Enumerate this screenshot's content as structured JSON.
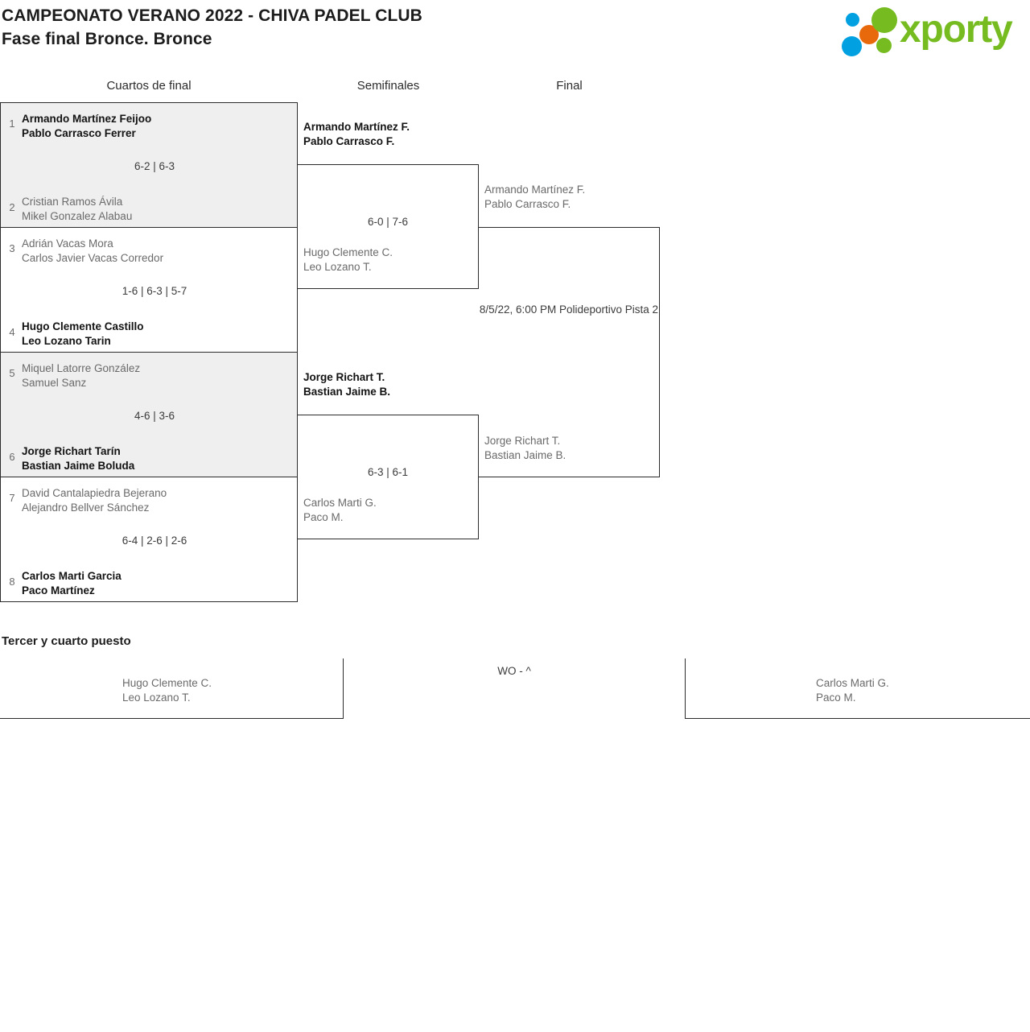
{
  "header": {
    "title_line1": "CAMPEONATO VERANO 2022 - CHIVA PADEL CLUB",
    "title_line2": "Fase final Bronce. Bronce",
    "logo_text": "xporty",
    "logo_colors": {
      "green": "#76bc21",
      "blue": "#00a0e1",
      "orange": "#e8690b"
    }
  },
  "rounds": {
    "quarterfinals_label": "Cuartos de final",
    "semifinals_label": "Semifinales",
    "final_label": "Final"
  },
  "quarterfinals": [
    {
      "shaded": true,
      "top": {
        "seed": "1",
        "p1": "Armando Martínez Feijoo",
        "p2": "Pablo Carrasco Ferrer",
        "winner": true
      },
      "bottom": {
        "seed": "2",
        "p1": "Cristian Ramos Ávila",
        "p2": "Mikel Gonzalez Alabau",
        "winner": false
      },
      "score": "6-2 | 6-3"
    },
    {
      "shaded": false,
      "top": {
        "seed": "3",
        "p1": "Adrián Vacas Mora",
        "p2": "Carlos Javier Vacas Corredor",
        "winner": false
      },
      "bottom": {
        "seed": "4",
        "p1": "Hugo Clemente Castillo",
        "p2": "Leo Lozano Tarin",
        "winner": true
      },
      "score": "1-6 | 6-3 | 5-7"
    },
    {
      "shaded": true,
      "top": {
        "seed": "5",
        "p1": "Miquel Latorre González",
        "p2": "Samuel Sanz",
        "winner": false
      },
      "bottom": {
        "seed": "6",
        "p1": "Jorge Richart Tarín",
        "p2": "Bastian Jaime Boluda",
        "winner": true
      },
      "score": "4-6 | 3-6"
    },
    {
      "shaded": false,
      "top": {
        "seed": "7",
        "p1": "David Cantalapiedra Bejerano",
        "p2": "Alejandro Bellver Sánchez",
        "winner": false
      },
      "bottom": {
        "seed": "8",
        "p1": "Carlos Marti Garcia",
        "p2": "Paco Martínez",
        "winner": true
      },
      "score": "6-4 | 2-6 | 2-6"
    }
  ],
  "semifinals": [
    {
      "top": {
        "p1": "Armando Martínez F.",
        "p2": "Pablo Carrasco F.",
        "winner": true
      },
      "bottom": {
        "p1": "Hugo Clemente C.",
        "p2": "Leo Lozano T.",
        "winner": false
      },
      "score": "6-0 | 7-6"
    },
    {
      "top": {
        "p1": "Jorge Richart T.",
        "p2": "Bastian Jaime B.",
        "winner": true
      },
      "bottom": {
        "p1": "Carlos Marti G.",
        "p2": "Paco M.",
        "winner": false
      },
      "score": "6-3 | 6-1"
    }
  ],
  "final": {
    "top": {
      "p1": "Armando Martínez F.",
      "p2": "Pablo Carrasco F.",
      "winner": false
    },
    "bottom": {
      "p1": "Jorge Richart T.",
      "p2": "Bastian Jaime B.",
      "winner": false
    },
    "schedule_line1": "8/5/22, 6:00 PM Polideportivo",
    "schedule_line2": "Pista 2"
  },
  "third_place": {
    "title": "Tercer y cuarto puesto",
    "left": {
      "p1": "Hugo Clemente C.",
      "p2": "Leo Lozano T.",
      "winner": false
    },
    "right": {
      "p1": "Carlos Marti G.",
      "p2": "Paco M.",
      "winner": false
    },
    "score": "WO - ^"
  }
}
